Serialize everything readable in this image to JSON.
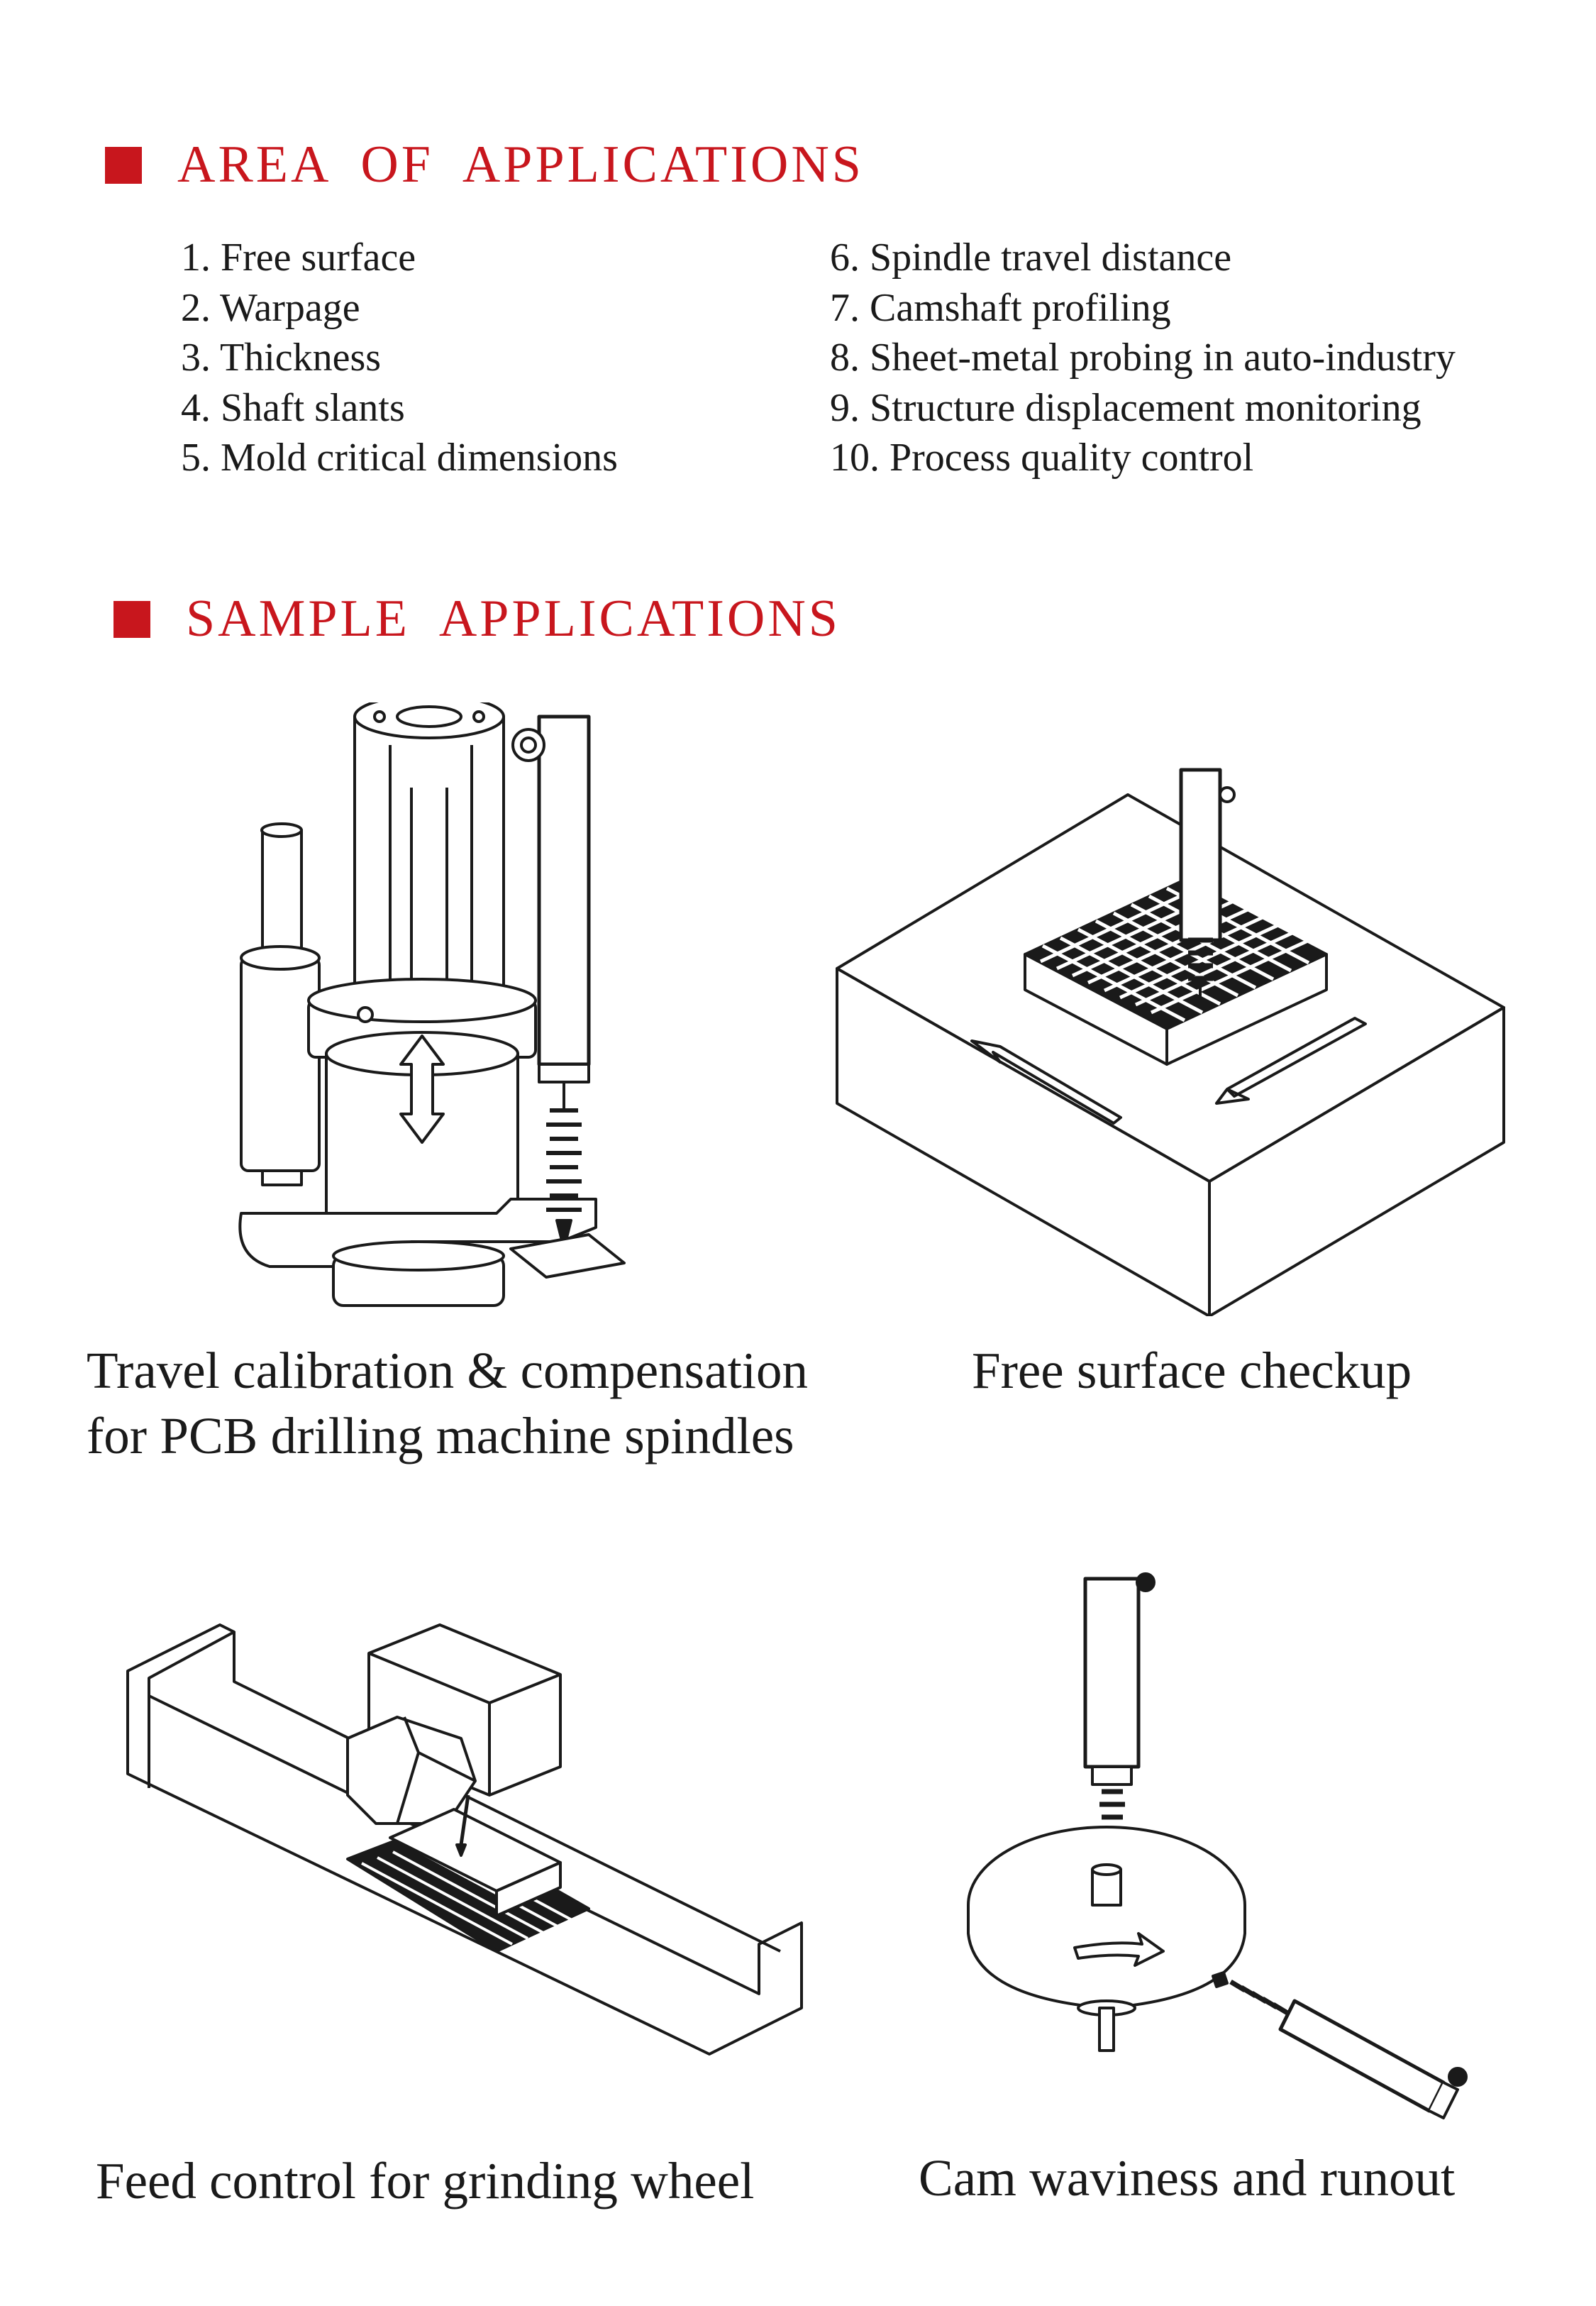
{
  "area": {
    "title": "AREA  OF  APPLICATIONS",
    "items_left": [
      "1. Free surface",
      "2. Warpage",
      "3. Thickness",
      "4. Shaft slants",
      "5. Mold critical dimensions"
    ],
    "items_right": [
      "6. Spindle travel distance",
      "7. Camshaft profiling",
      "8. Sheet-metal probing in auto-industry",
      "9. Structure displacement monitoring",
      "10. Process quality control"
    ]
  },
  "samples": {
    "title": "SAMPLE  APPLICATIONS",
    "captions": {
      "pcb_line1": "Travel calibration & compensation",
      "pcb_line2": "for PCB drilling machine spindles",
      "free_surface": "Free surface checkup",
      "grinding": "Feed control for grinding wheel",
      "cam": "Cam waviness and runout"
    }
  },
  "colors": {
    "accent": "#c8161d",
    "text": "#1a1a1a"
  }
}
